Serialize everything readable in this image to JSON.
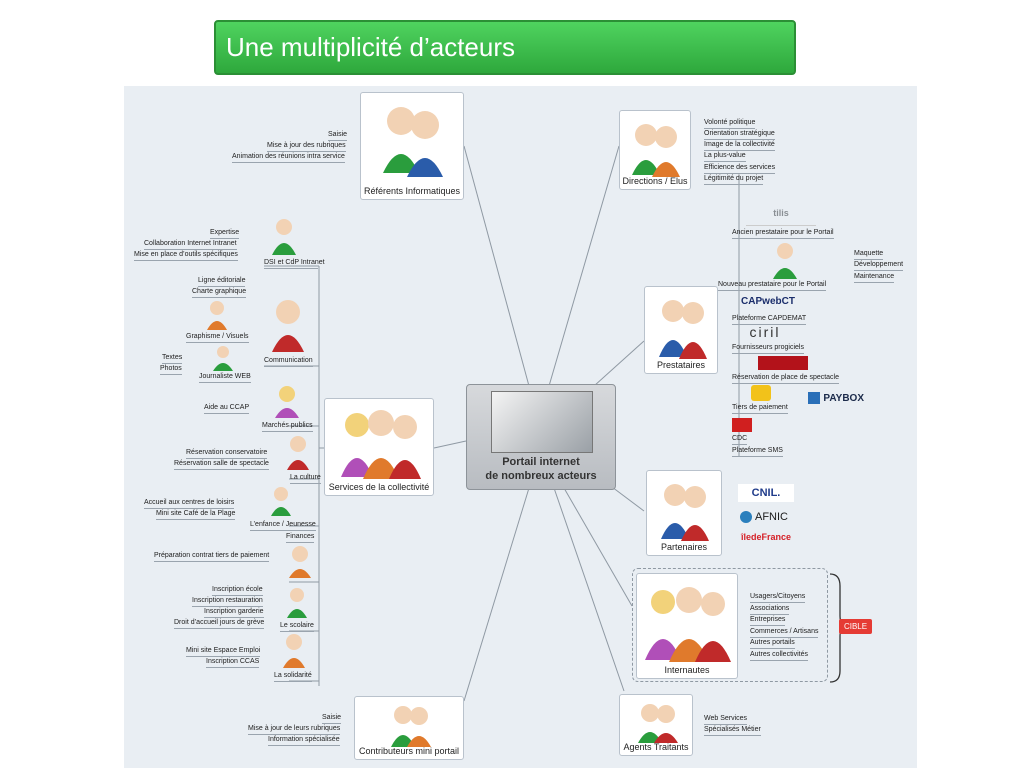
{
  "title": "Une multiplicité d’acteurs",
  "center": {
    "line1": "Portail internet",
    "line2": "de nombreux acteurs"
  },
  "nodes": {
    "referents": "Référents Informatiques",
    "directions": "Directions / Elus",
    "prestataires": "Prestataires",
    "partenaires": "Partenaires",
    "internautes": "Internautes",
    "agents": "Agents Traitants",
    "contributeurs": "Contributeurs mini portail",
    "services": "Services de la collectivité",
    "dsi": "DSI et CdP Intranet",
    "communication": "Communication",
    "graphisme": "Graphisme / Visuels",
    "journaliste": "Journaliste WEB",
    "marches": "Marchés publics",
    "culture": "La culture",
    "enfance": "L’enfance / Jeunesse",
    "finances": "Finances",
    "scolaire": "Le scolaire",
    "solidarite": "La solidarité"
  },
  "referents_items": [
    "Saisie",
    "Mise à jour des rubriques",
    "Animation des réunions intra service"
  ],
  "directions_items": [
    "Volonté politique",
    "Orientation stratégique",
    "Image de la collectivité",
    "La plus-value",
    "Efficience des services",
    "Légitimité du projet"
  ],
  "dsi_items": [
    "Expertise",
    "Collaboration Internet Intranet",
    "Mise en place d’outils spécifiques"
  ],
  "communication_items": [
    "Ligne éditoriale",
    "Charte graphique"
  ],
  "journaliste_items": [
    "Textes",
    "Photos"
  ],
  "marches_items": [
    "Aide au CCAP"
  ],
  "culture_items": [
    "Réservation conservatoire",
    "Réservation salle de spectacle"
  ],
  "enfance_items": [
    "Accueil aux centres de loisirs",
    "Mini site Café de la Plage"
  ],
  "finances_items": [
    "Préparation contrat tiers de paiement"
  ],
  "scolaire_items": [
    "Inscription école",
    "Inscription restauration",
    "Inscription garderie",
    "Droit d’accueil jours de grève"
  ],
  "solidarite_items": [
    "Mini site Espace Emploi",
    "Inscription CCAS"
  ],
  "contributeurs_items": [
    "Saisie",
    "Mise à jour de leurs rubriques",
    "Information spécialisée"
  ],
  "prestataires_items": [
    "Ancien prestataire pour le Portail",
    "Nouveau prestataire pour le Portail",
    "Plateforme CAPDEMAT",
    "Fournisseurs progiciels",
    "Réservation de place de spectacle",
    "Tiers de paiement",
    "CDC",
    "Plateforme SMS"
  ],
  "nouveau_items": [
    "Maquette",
    "Développement",
    "Maintenance"
  ],
  "internautes_items": [
    "Usagers/Citoyens",
    "Associations",
    "Entreprises",
    "Commerces / Artisans",
    "Autres portails",
    "Autres collectivités"
  ],
  "agents_items": [
    "Web Services",
    "Spécialisés Métier"
  ],
  "cible": "CIBLE",
  "logos": {
    "capweb": "CAPwebCT",
    "ciril": "ciril",
    "paybox": "PAYBOX",
    "cnil": "CNIL.",
    "afnic": "AFNIC",
    "idf": "îledeFrance"
  },
  "colors": {
    "title_bg": "#3cc04c",
    "map_bg": "#e9eef3",
    "wire": "#8f99a3",
    "cible": "#e53b34"
  }
}
